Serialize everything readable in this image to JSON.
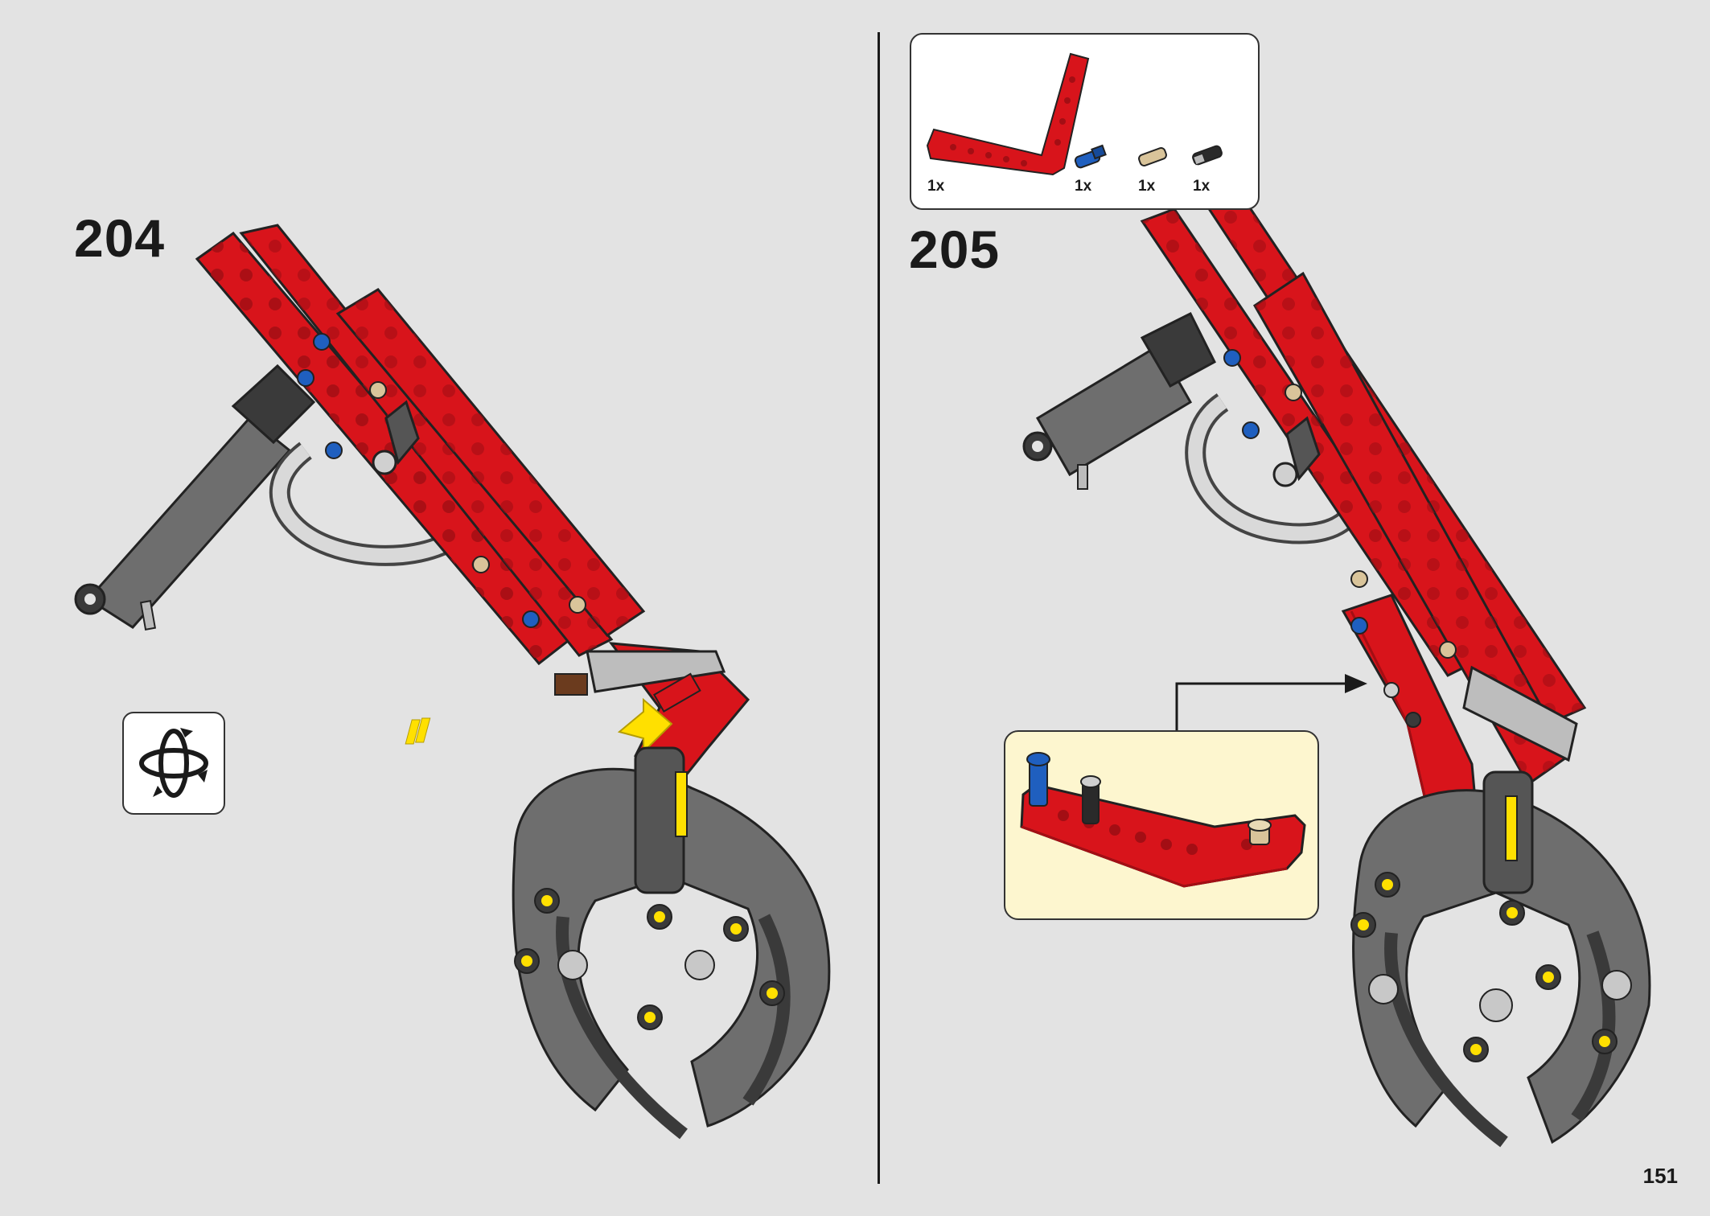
{
  "steps": {
    "left": {
      "number": "204"
    },
    "right": {
      "number": "205"
    }
  },
  "parts_list": {
    "items": [
      {
        "name": "bent-beam-red",
        "qty": "1x",
        "color": "#d8141b"
      },
      {
        "name": "axle-pin-blue",
        "qty": "1x",
        "color": "#1f5fbf"
      },
      {
        "name": "pin-tan",
        "qty": "1x",
        "color": "#d9c49a"
      },
      {
        "name": "pin-black",
        "qty": "1x",
        "color": "#2a2a2a"
      }
    ]
  },
  "rotate_icon": "rotate-model-icon",
  "page_number": "151",
  "colors": {
    "background": "#e3e3e3",
    "beam_red": "#d8141b",
    "dark_grey": "#555555",
    "light_grey": "#a8a8a8",
    "callout_bg": "#fdf6cf",
    "arrow_yellow": "#ffe000"
  }
}
